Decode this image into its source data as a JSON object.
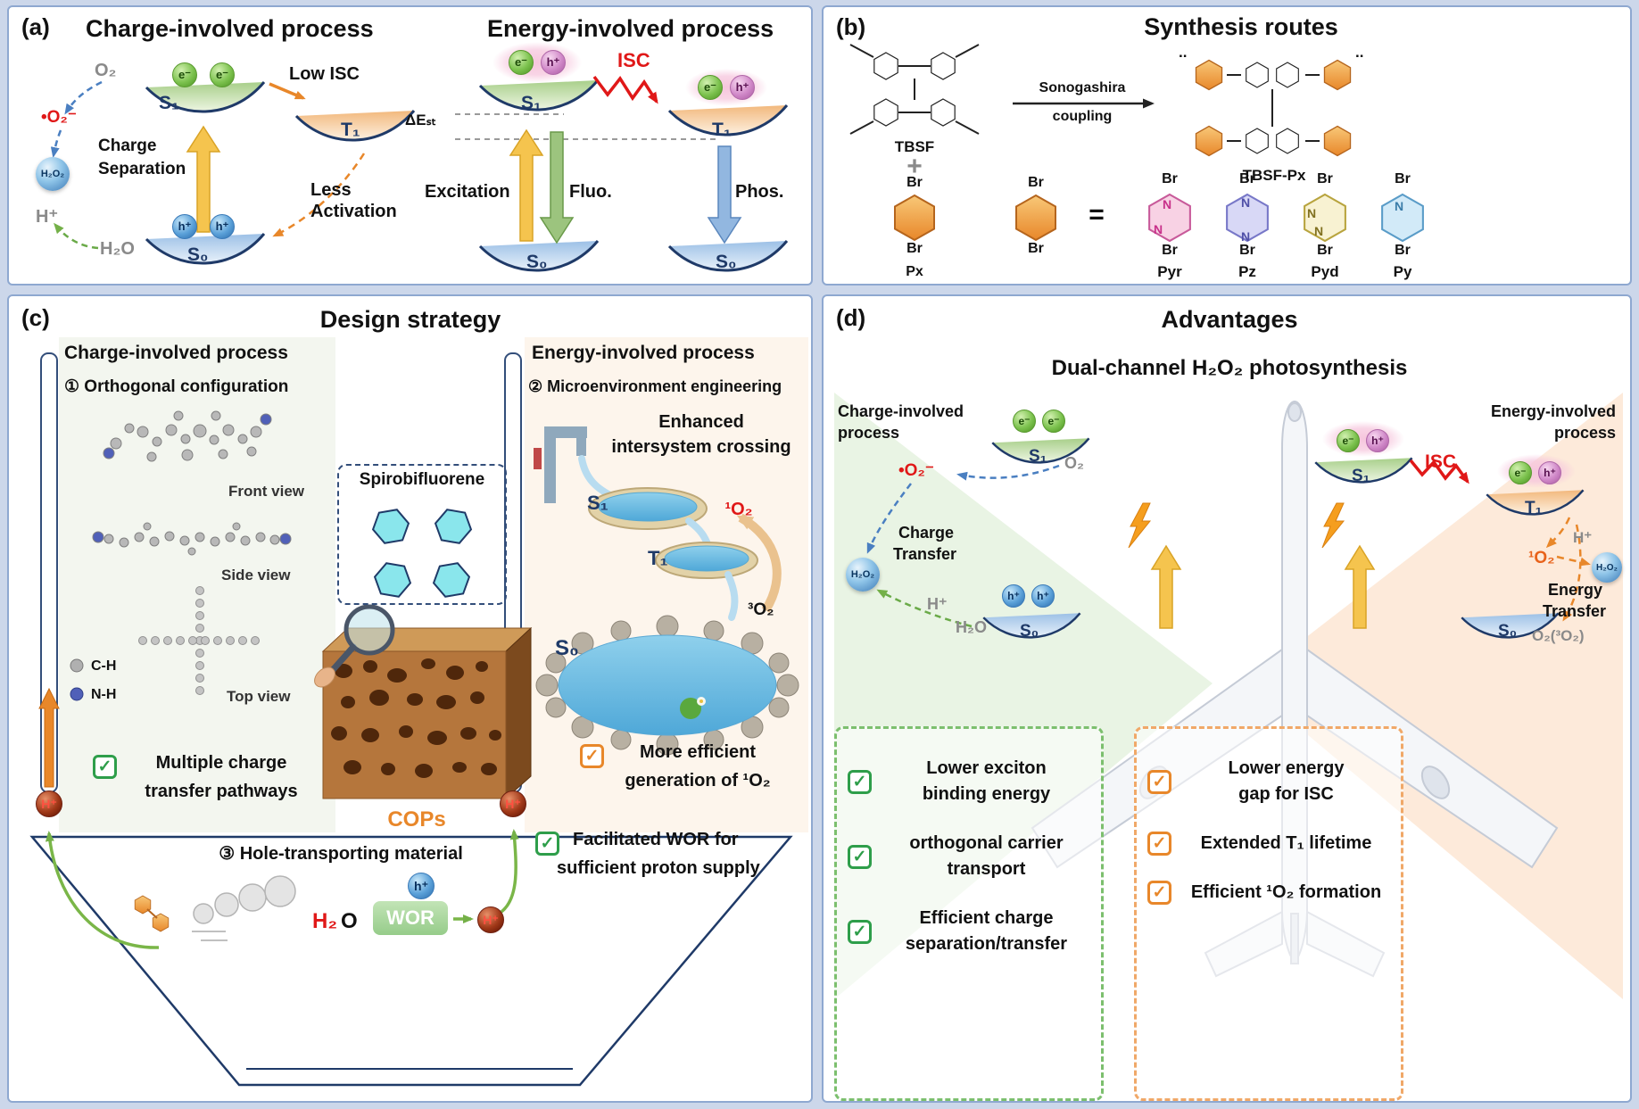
{
  "symbols": {
    "e": "e⁻",
    "h": "h⁺",
    "hplus": "H⁺",
    "s1": "S₁",
    "t1": "T₁",
    "s0": "S₀",
    "o2": "O₂",
    "superoxide": "•O₂⁻",
    "h2o2": "H₂O₂",
    "h2o": "H₂O",
    "singlet_o2": "¹O₂",
    "triplet_o2": "³O₂",
    "br": "Br",
    "n": "N",
    "check": "✓"
  },
  "panel_a": {
    "tag": "(a)",
    "charge_title": "Charge-involved process",
    "energy_title": "Energy-involved process",
    "charge_separation_l1": "Charge",
    "charge_separation_l2": "Separation",
    "low_isc": "Low ISC",
    "less_activation_l1": "Less",
    "less_activation_l2": "Activation",
    "isc": "ISC",
    "delta_est": "ΔEₛₜ",
    "excitation": "Excitation",
    "fluo": "Fluo.",
    "phos": "Phos."
  },
  "panel_b": {
    "tag": "(b)",
    "title": "Synthesis routes",
    "tbsf": "TBSF",
    "plus": "+",
    "px": "Px",
    "reaction_l1": "Sonogashira",
    "reaction_l2": "coupling",
    "product": "TBSF-Px",
    "dots": "..",
    "equals": "=",
    "pyr": "Pyr",
    "pz": "Pz",
    "pyd": "Pyd",
    "py": "Py"
  },
  "panel_c": {
    "tag": "(c)",
    "title": "Design strategy",
    "charge_header": "Charge-involved process",
    "point1": "① Orthogonal configuration",
    "front_view": "Front view",
    "side_view": "Side view",
    "top_view": "Top view",
    "legend_ch": "C-H",
    "legend_nh": "N-H",
    "charge_check_l1": "Multiple charge",
    "charge_check_l2": "transfer pathways",
    "spirobifluorene": "Spirobifluorene",
    "cops": "COPs",
    "energy_header": "Energy-involved process",
    "point2": "② Microenvironment engineering",
    "enhanced_l1": "Enhanced",
    "enhanced_l2": "intersystem crossing",
    "energy_check_l1": "More efficient",
    "energy_check_l2": "generation of ¹O₂",
    "point3": "③ Hole-transporting material",
    "h2o_h2": "H₂",
    "h2o_o": "O",
    "wor": "WOR",
    "wor_check_l1": "Facilitated WOR for",
    "wor_check_l2": "sufficient proton supply"
  },
  "panel_d": {
    "tag": "(d)",
    "title": "Advantages",
    "subtitle": "Dual-channel H₂O₂ photosynthesis",
    "charge_header_l1": "Charge-involved",
    "charge_header_l2": "process",
    "energy_header_l1": "Energy-involved",
    "energy_header_l2": "process",
    "charge_transfer_l1": "Charge",
    "charge_transfer_l2": "Transfer",
    "energy_transfer_l1": "Energy",
    "energy_transfer_l2": "Transfer",
    "isc": "ISC",
    "o2_3o2": "O₂(³O₂)",
    "advantages_charge": [
      {
        "l1": "Lower exciton",
        "l2": "binding energy"
      },
      {
        "l1": "orthogonal carrier",
        "l2": "transport"
      },
      {
        "l1": "Efficient charge",
        "l2": "separation/transfer"
      }
    ],
    "advantages_energy": [
      {
        "l1": "Lower energy",
        "l2": "gap for ISC"
      },
      {
        "l1": "Extended T₁ lifetime",
        "l2": ""
      },
      {
        "l1": "Efficient ¹O₂ formation",
        "l2": ""
      }
    ]
  },
  "colors": {
    "accent_orange": "#e8872a",
    "accent_red": "#e01818",
    "navy": "#1f3a68",
    "green_check": "#2e9e4a"
  }
}
